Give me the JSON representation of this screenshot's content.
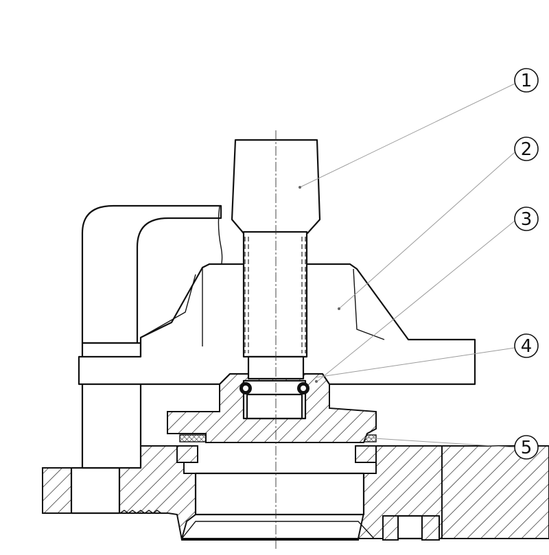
{
  "callouts": [
    {
      "id": "1",
      "label": "1"
    },
    {
      "id": "2",
      "label": "2"
    },
    {
      "id": "3",
      "label": "3"
    },
    {
      "id": "4",
      "label": "4"
    },
    {
      "id": "5",
      "label": "5"
    }
  ],
  "colors": {
    "line": "#111111",
    "leader": "#9a9a9a",
    "background": "#ffffff"
  }
}
